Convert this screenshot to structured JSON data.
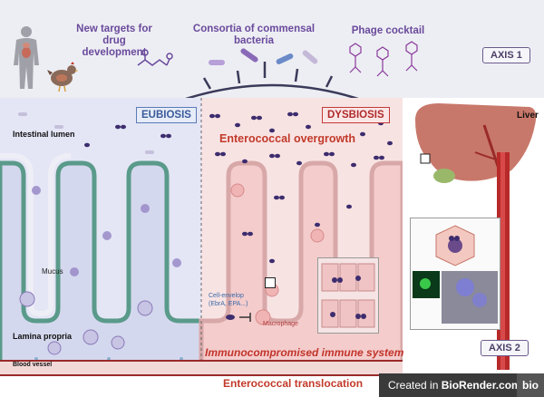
{
  "top": {
    "new_targets": "New targets for drug\ndevelopment",
    "consortia": "Consortia of commensal\nbacteria",
    "phage": "Phage cocktail",
    "axis1": "AXIS 1"
  },
  "states": {
    "eubiosis": "EUBIOSIS",
    "dysbiosis": "DYSBIOSIS",
    "overgrowth": "Enterococcal overgrowth"
  },
  "labels": {
    "intestinal_lumen": "Intestinal lumen",
    "mucus": "Mucus",
    "lamina_propria": "Lamina propria",
    "blood_vessel": "Blood vessel",
    "liver": "Liver",
    "cell_envelop": "Cell-envelop\n(EbrA, EPA...)",
    "macrophage": "Macrophage",
    "immunocompromised": "Immunocompromised immune system",
    "translocation": "Enterococcal translocation",
    "axis2": "AXIS 2"
  },
  "footer": {
    "created_prefix": "Created in ",
    "brand": "BioRender.com",
    "bio": "bio"
  },
  "colors": {
    "purple_text": "#6a4a9c",
    "red_accent": "#c23a2a",
    "bacteria": "#3d2d6e",
    "eubiosis_bg": "#e4e6f5",
    "dysbiosis_bg": "#f8e3e3",
    "liver": "#c8786a",
    "vessel": "#9a2a2a"
  },
  "icons": [
    "human-body-icon",
    "chicken-icon",
    "molecule-icon",
    "rod-bacteria-icon",
    "phage-icon",
    "liver-icon",
    "macrophage-icon"
  ]
}
